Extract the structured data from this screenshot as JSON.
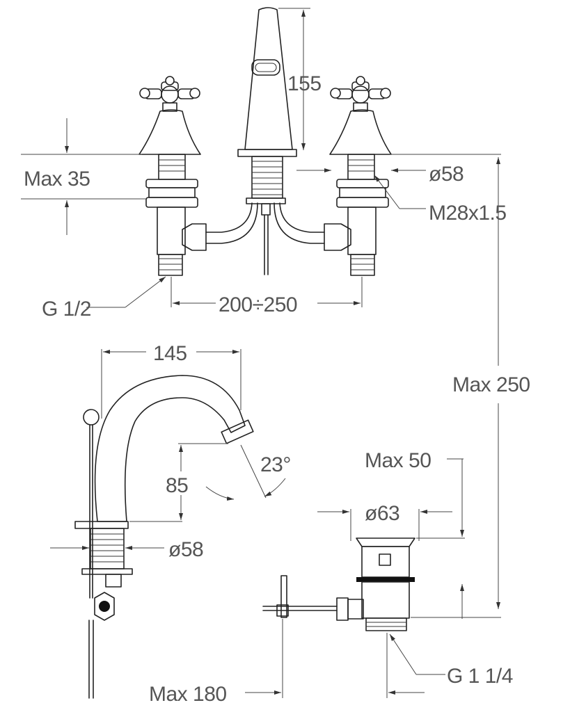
{
  "dimensions": {
    "spout_height": "155",
    "max_35": "Max 35",
    "dia_58_top": "ø58",
    "thread": "M28x1.5",
    "connection": "G 1/2",
    "spacing": "200÷250",
    "reach": "145",
    "max_250": "Max 250",
    "height_85": "85",
    "angle": "23°",
    "max_50": "Max 50",
    "dia_63": "ø63",
    "dia_58_side": "ø58",
    "waste_thread": "G 1 1/4",
    "max_180": "Max 180"
  },
  "colors": {
    "line": "#222222",
    "text": "#555555"
  }
}
